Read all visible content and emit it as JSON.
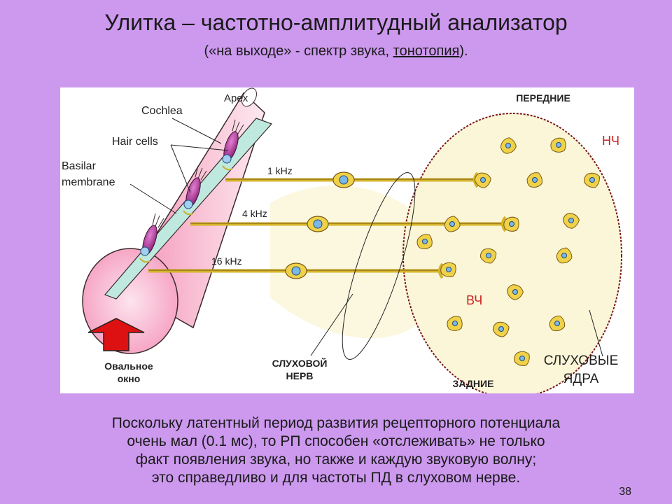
{
  "slide": {
    "title": "Улитка – частотно-амплитудный анализатор",
    "subtitle_prefix": "(«на выходе» - спектр звука, ",
    "subtitle_link": "тонотопия",
    "subtitle_suffix": ").",
    "page_number": "38"
  },
  "diagram": {
    "apex": "Apex",
    "cochlea": "Cochlea",
    "hair_cells": "Hair cells",
    "basilar_1": "Basilar",
    "basilar_2": "membrane",
    "freq_1": "1 kHz",
    "freq_2": "4 kHz",
    "freq_3": "16 kHz",
    "oval_1": "Овальное",
    "oval_2": "окно",
    "nerve_1": "СЛУХОВОЙ",
    "nerve_2": "НЕРВ",
    "anterior": "ПЕРЕДНИЕ",
    "posterior": "ЗАДНИЕ",
    "low_freq": "НЧ",
    "high_freq": "ВЧ",
    "nuclei_1": "СЛУХОВЫЕ",
    "nuclei_2": "ЯДРА"
  },
  "caption": {
    "line_1": "Поскольку латентный период развития рецепторного потенциала",
    "line_2": "очень мал (0.1 мс), то РП способен «отслеживать» не только",
    "line_3": "факт появления звука, но также и каждую звуковую волну;",
    "line_4": "это справедливо и для частоты ПД в слуховом нерве."
  },
  "colors": {
    "background": "#cc99ee",
    "cochlea_fill": "#f7a9c4",
    "membrane_fill": "#bfe9df",
    "nucleus_fill": "#fbf6d8",
    "axon": "#d4b42a",
    "hair_cell": "#b0309a",
    "arrow": "#dd1111",
    "freq_label": "#cc2222"
  }
}
